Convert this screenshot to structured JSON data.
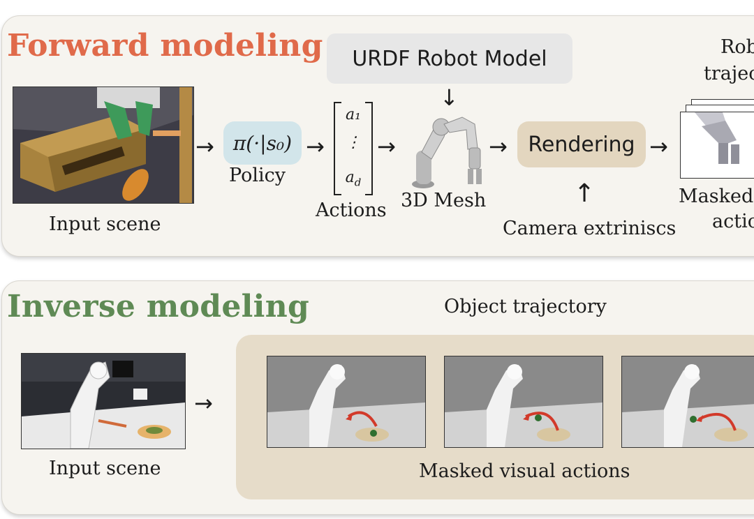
{
  "forward": {
    "title": "Forward modeling",
    "input_label": "Input scene",
    "policy_formula": "π(·|s₀)",
    "policy_label": "Policy",
    "actions_matrix": [
      "a₁",
      "⋮",
      "a_d"
    ],
    "actions_label": "Actions",
    "urdf_label": "URDF Robot Model",
    "mesh_label": "3D Mesh",
    "rendering_label": "Rendering",
    "camera_label": "Camera extriniscs",
    "output_top_line1": "Rob",
    "output_top_line2": "trajec",
    "output_bottom_line1": "Masked",
    "output_bottom_line2": "actio"
  },
  "inverse": {
    "title": "Inverse modeling",
    "input_label": "Input scene",
    "object_trajectory_label": "Object trajectory",
    "masked_label": "Masked visual actions"
  },
  "colors": {
    "forward_title": "#e06a4a",
    "inverse_title": "#5f8a55",
    "policy_box": "#d2e5ea",
    "rendering_box": "#e3d6bf",
    "urdf_box": "#e7e7e7",
    "trajectory_box": "#e6dcc9",
    "trajectory_arrow": "#d23a2a"
  }
}
